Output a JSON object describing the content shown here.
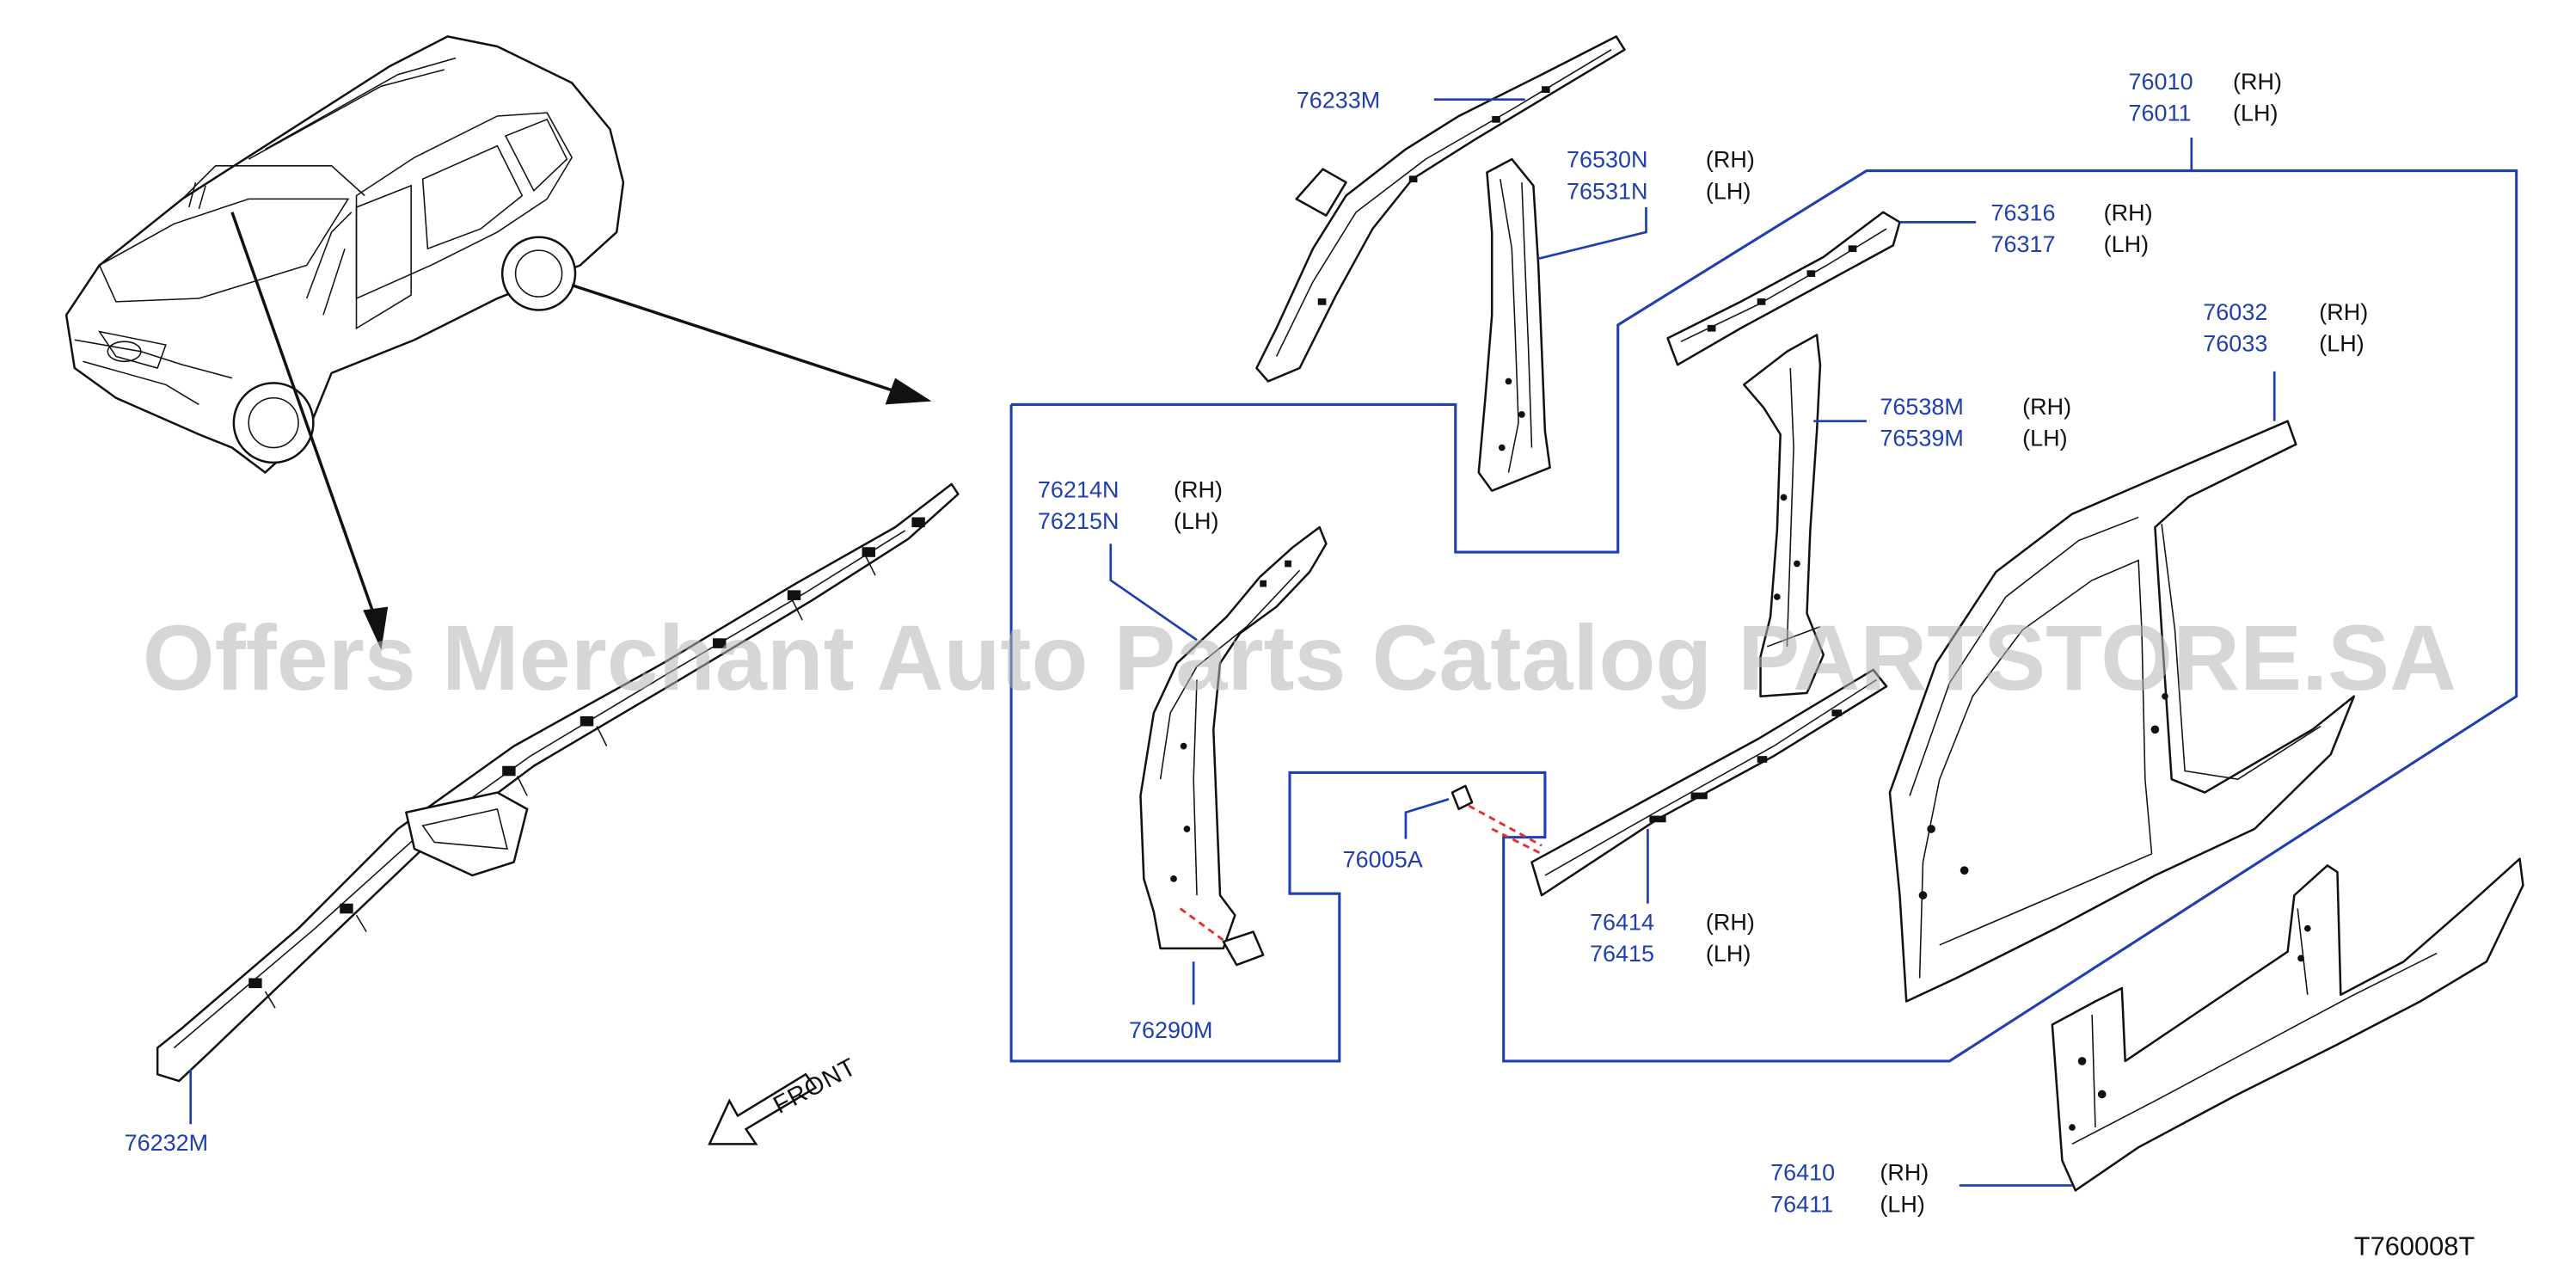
{
  "diagram_code": "T760008T",
  "front_label": "FRONT",
  "watermark": "Offers Merchant Auto Parts Catalog PARTSTORE.SA",
  "colors": {
    "part_number": "#1f3fb0",
    "leader_line": "#1f3fb0",
    "outline": "#111111",
    "watermark": "#b5b5b5",
    "fastener_highlight": "#e03030"
  },
  "callouts": {
    "c76233": {
      "pn1": "76233M"
    },
    "c76232": {
      "pn1": "76232M"
    },
    "c76530": {
      "pn1": "76530N",
      "side1": "(RH)",
      "pn2": "76531N",
      "side2": "(LH)"
    },
    "c76010": {
      "pn1": "76010",
      "side1": "(RH)",
      "pn2": "76011",
      "side2": "(LH)"
    },
    "c76316": {
      "pn1": "76316",
      "side1": "(RH)",
      "pn2": "76317",
      "side2": "(LH)"
    },
    "c76032": {
      "pn1": "76032",
      "side1": "(RH)",
      "pn2": "76033",
      "side2": "(LH)"
    },
    "c76538": {
      "pn1": "76538M",
      "side1": "(RH)",
      "pn2": "76539M",
      "side2": "(LH)"
    },
    "c76214": {
      "pn1": "76214N",
      "side1": "(RH)",
      "pn2": "76215N",
      "side2": "(LH)"
    },
    "c76005": {
      "pn1": "76005A"
    },
    "c76414": {
      "pn1": "76414",
      "side1": "(RH)",
      "pn2": "76415",
      "side2": "(LH)"
    },
    "c76290": {
      "pn1": "76290M"
    },
    "c76410": {
      "pn1": "76410",
      "side1": "(RH)",
      "pn2": "76411",
      "side2": "(LH)"
    }
  }
}
